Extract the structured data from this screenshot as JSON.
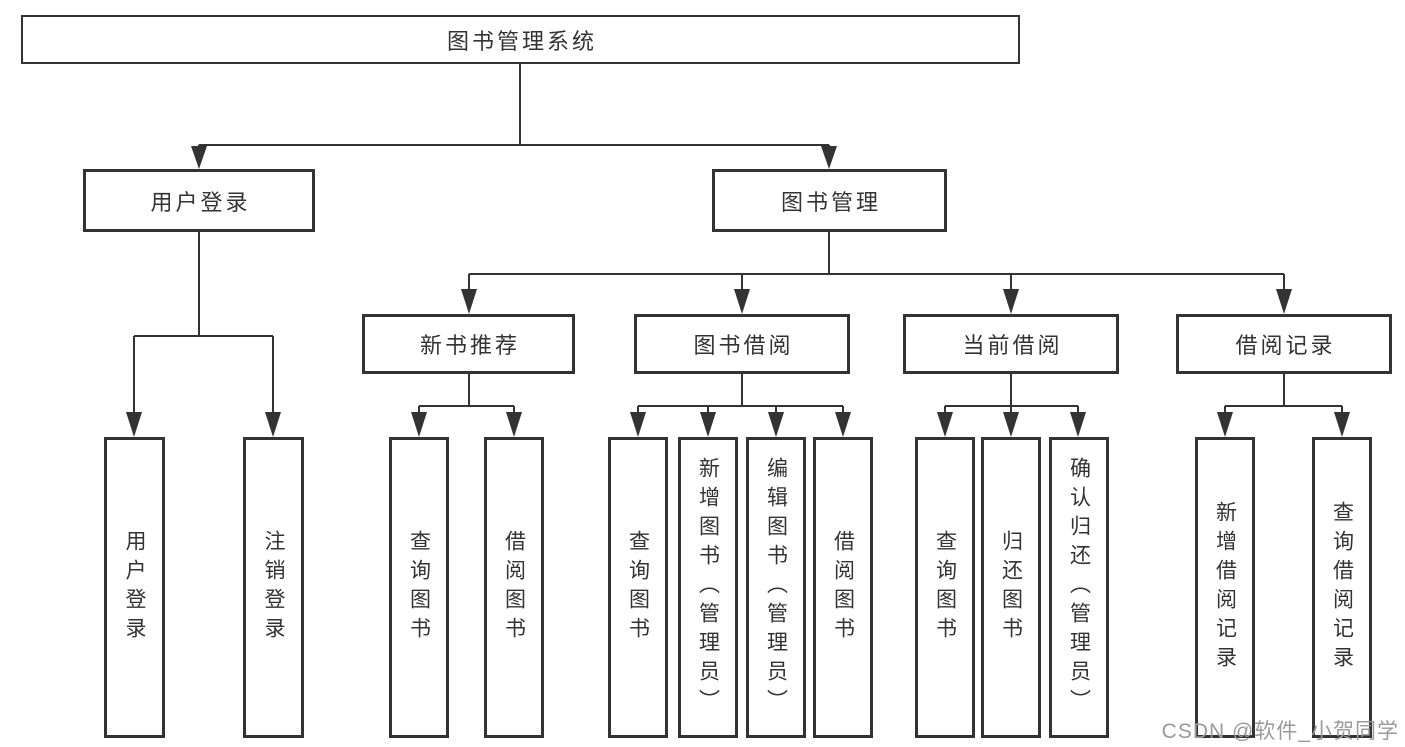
{
  "diagram": {
    "root": "图书管理系统",
    "level2": [
      {
        "label": "用户登录",
        "children": [
          "用户登录",
          "注销登录"
        ]
      },
      {
        "label": "图书管理",
        "children": [
          {
            "label": "新书推荐",
            "children": [
              "查询图书",
              "借阅图书"
            ]
          },
          {
            "label": "图书借阅",
            "children": [
              "查询图书",
              "新增图书（管理员）",
              "编辑图书（管理员）",
              "借阅图书"
            ]
          },
          {
            "label": "当前借阅",
            "children": [
              "查询图书",
              "归还图书",
              "确认归还（管理员）"
            ]
          },
          {
            "label": "借阅记录",
            "children": [
              "新增借阅记录",
              "查询借阅记录"
            ]
          }
        ]
      }
    ]
  },
  "watermark": "CSDN @软件_小贺同学",
  "colors": {
    "line": "#333333",
    "text": "#333333",
    "watermark": "#9a9a9a",
    "background": "#ffffff"
  }
}
